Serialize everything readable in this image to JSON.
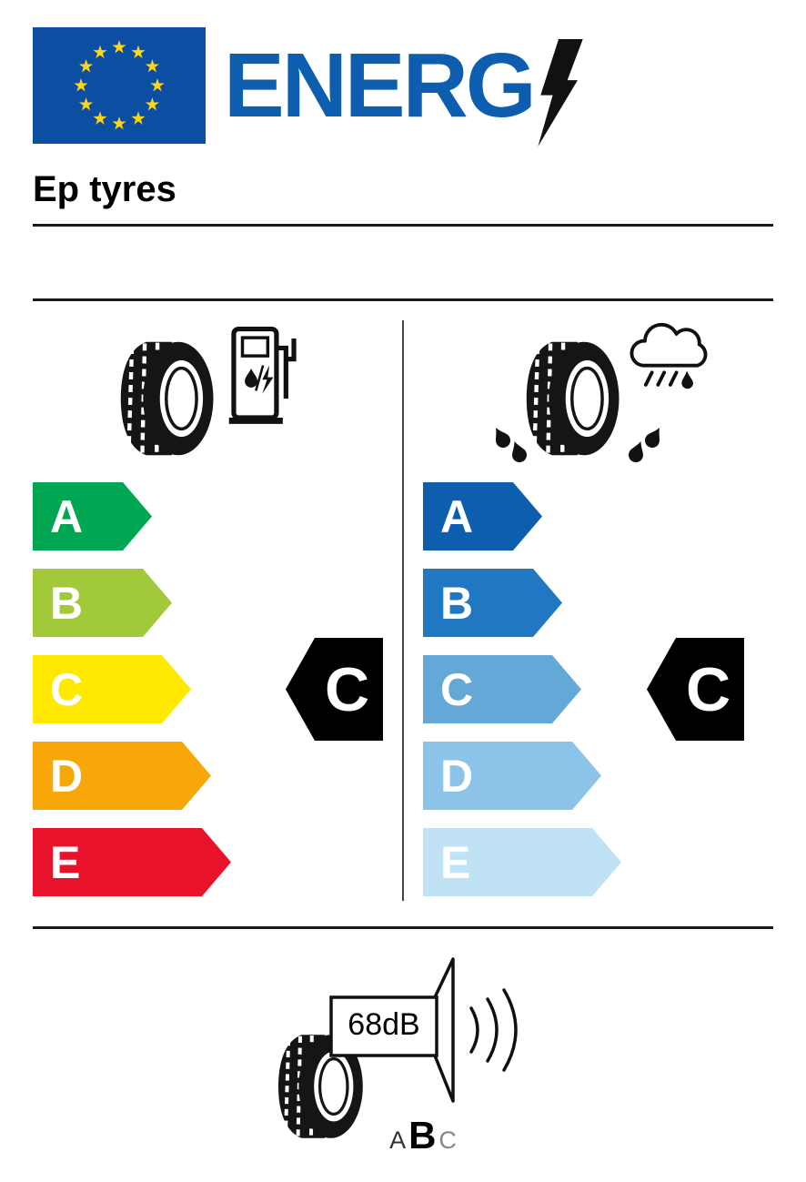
{
  "header": {
    "logo_text": "ENERG",
    "product_name": "Ep tyres"
  },
  "colors": {
    "eu_blue": "#0b4ea2",
    "star_yellow": "#ffd617",
    "logo_blue": "#0d5eaf",
    "indicator_black": "#000000"
  },
  "fuel_efficiency": {
    "rating": "C",
    "classes": [
      {
        "label": "A",
        "color": "#00a651"
      },
      {
        "label": "B",
        "color": "#a2c93a"
      },
      {
        "label": "C",
        "color": "#ffe900"
      },
      {
        "label": "D",
        "color": "#f7a707"
      },
      {
        "label": "E",
        "color": "#e8132b"
      }
    ]
  },
  "wet_grip": {
    "rating": "C",
    "classes": [
      {
        "label": "A",
        "color": "#0d5eaf"
      },
      {
        "label": "B",
        "color": "#2178c2"
      },
      {
        "label": "C",
        "color": "#64a8d8"
      },
      {
        "label": "D",
        "color": "#8cc3e8"
      },
      {
        "label": "E",
        "color": "#bfe2f5"
      }
    ]
  },
  "noise": {
    "value": "68dB",
    "rating": "B",
    "class_labels": [
      "A",
      "B",
      "C"
    ]
  }
}
